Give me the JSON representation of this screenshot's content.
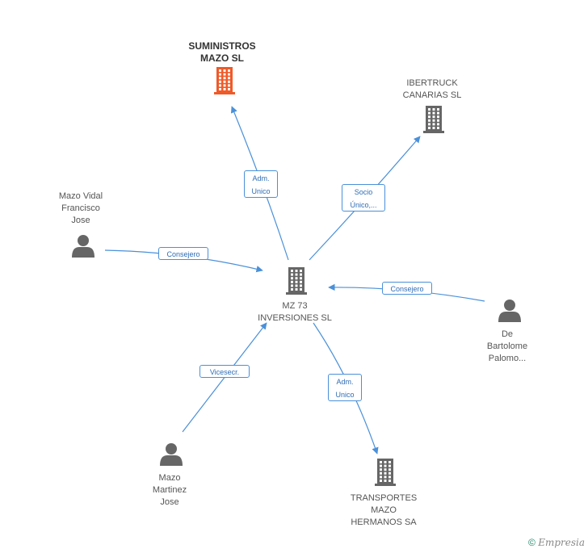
{
  "nodes": [
    {
      "id": "suministros",
      "label": "SUMINISTROS\nMAZO SL",
      "type": "company",
      "highlight": true
    },
    {
      "id": "ibertruck",
      "label": "IBERTRUCK\nCANARIAS SL",
      "type": "company"
    },
    {
      "id": "mz73",
      "label": "MZ 73\nINVERSIONES SL",
      "type": "company"
    },
    {
      "id": "transportes",
      "label": "TRANSPORTES\nMAZO\nHERMANOS SA",
      "type": "company"
    },
    {
      "id": "mazo_vidal",
      "label": "Mazo Vidal\nFrancisco\nJose",
      "type": "person"
    },
    {
      "id": "de_bartolome",
      "label": "De\nBartolome\nPalomo...",
      "type": "person"
    },
    {
      "id": "mazo_martinez",
      "label": "Mazo\nMartinez\nJose",
      "type": "person"
    }
  ],
  "edges": [
    {
      "from": "mz73",
      "to": "suministros",
      "label": "Adm.\nUnico"
    },
    {
      "from": "mz73",
      "to": "ibertruck",
      "label": "Socio\nÚnico,..."
    },
    {
      "from": "mazo_vidal",
      "to": "mz73",
      "label": "Consejero"
    },
    {
      "from": "de_bartolome",
      "to": "mz73",
      "label": "Consejero"
    },
    {
      "from": "mazo_martinez",
      "to": "mz73",
      "label": "Vicesecr."
    },
    {
      "from": "mz73",
      "to": "transportes",
      "label": "Adm.\nUnico"
    }
  ],
  "colors": {
    "edge": "#4a90d9",
    "company_icon": "#666666",
    "highlight_icon": "#f05a28",
    "person_icon": "#666666"
  },
  "footer": {
    "copyright_symbol": "©",
    "brand": "Empresia"
  }
}
